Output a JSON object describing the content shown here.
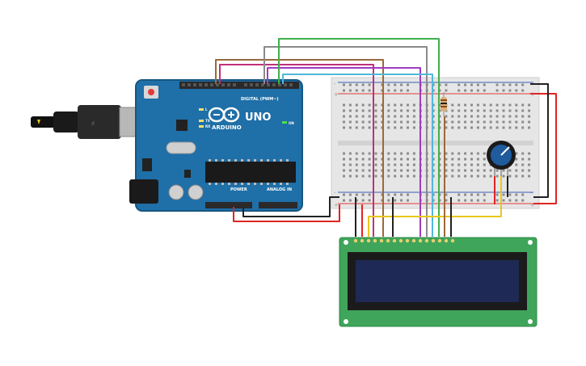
{
  "arduino": {
    "brand": "ARDUINO",
    "model": "UNO",
    "digital_label": "DIGITAL (PWM~)",
    "power_label": "POWER",
    "analog_label": "ANALOG IN",
    "on_label": "ON",
    "l_label": "L",
    "tx_label": "TX",
    "rx_label": "RX",
    "colors": {
      "board": "#1f6fa8",
      "board_dark": "#165680",
      "header": "#2a2a2a"
    }
  },
  "breadboard": {
    "power_rail_plus": "+",
    "power_rail_minus": "-",
    "colors": {
      "body": "#e6e6e6",
      "hole": "#8c8c8c",
      "rail_red": "#e23b3b",
      "rail_blue": "#3b5fb8"
    }
  },
  "lcd": {
    "colors": {
      "pcb": "#3fa55a",
      "bezel": "#1b1b1b",
      "screen": "#1e2a55"
    }
  },
  "components": {
    "potentiometer": {
      "knob_color": "#1f5c9e"
    },
    "resistor": {
      "body_color": "#d9b07a"
    }
  },
  "wires": {
    "colors": {
      "purple": "#a03cc0",
      "magenta": "#c0307a",
      "brown": "#9a6a3a",
      "gray": "#8a8a8a",
      "green": "#3fb04a",
      "cyan": "#4fb8d8",
      "red": "#e02424",
      "black": "#222222",
      "yellow": "#e8c81a"
    }
  }
}
